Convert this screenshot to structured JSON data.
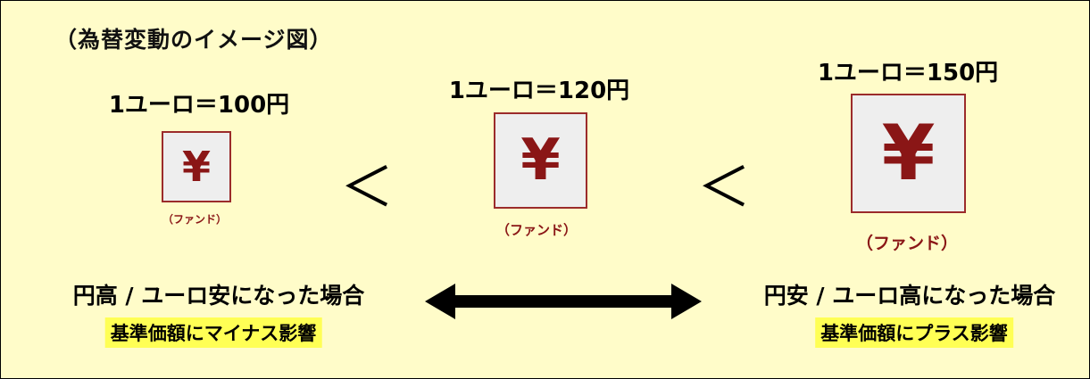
{
  "title": "（為替変動のイメージ図）",
  "less_than": "＜",
  "yen_symbol": "¥",
  "colors": {
    "background": "#fffcc9",
    "yen": "#8a1616",
    "highlight": "#ffff55"
  },
  "items": [
    {
      "rate": "1ユーロ＝100円",
      "fund": "（ファンド）"
    },
    {
      "rate": "1ユーロ＝120円",
      "fund": "（ファンド）"
    },
    {
      "rate": "1ユーロ＝150円",
      "fund": "（ファンド）"
    }
  ],
  "left_case": {
    "label": "円高 / ユーロ安になった場合",
    "impact": "基準価額にマイナス影響"
  },
  "right_case": {
    "label": "円安 / ユーロ高になった場合",
    "impact": "基準価額にプラス影響"
  }
}
